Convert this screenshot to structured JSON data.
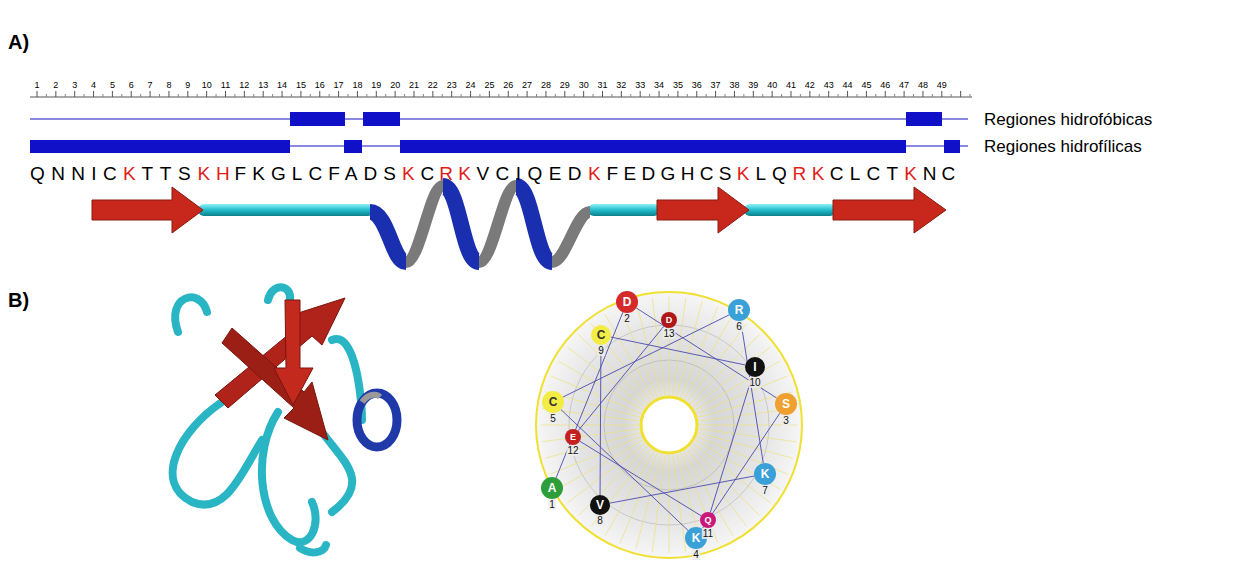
{
  "diagram": {
    "nodes": [
      {
        "text": [
          "A",
          "1"
        ]
      },
      {
        "text": [
          "D",
          "2"
        ]
      },
      {
        "text": [
          "S",
          "3"
        ]
      },
      {
        "text": [
          "K",
          "4"
        ]
      },
      {
        "text": [
          "C",
          "5"
        ]
      },
      {
        "text": [
          "R",
          "6"
        ]
      },
      {
        "text": [
          "K",
          "7"
        ]
      },
      {
        "text": [
          "V",
          "8"
        ]
      },
      {
        "text": [
          "C",
          "9"
        ]
      },
      {
        "text": [
          "I",
          "10"
        ]
      },
      {
        "text": [
          "Q",
          "11"
        ]
      },
      {
        "text": [
          "E",
          "12"
        ]
      },
      {
        "text": [
          "D",
          "13"
        ]
      }
    ],
    "edges": [
      {
        "from": 0,
        "to": 1,
        "arrow": "none"
      },
      {
        "from": 1,
        "to": 2,
        "arrow": "none"
      },
      {
        "from": 2,
        "to": 3,
        "arrow": "none"
      },
      {
        "from": 3,
        "to": 4,
        "arrow": "none"
      },
      {
        "from": 4,
        "to": 5,
        "arrow": "none"
      },
      {
        "from": 5,
        "to": 6,
        "arrow": "none"
      },
      {
        "from": 6,
        "to": 7,
        "arrow": "none"
      },
      {
        "from": 7,
        "to": 8,
        "arrow": "none"
      },
      {
        "from": 8,
        "to": 9,
        "arrow": "none"
      },
      {
        "from": 9,
        "to": 10,
        "arrow": "none"
      },
      {
        "from": 10,
        "to": 11,
        "arrow": "none"
      },
      {
        "from": 11,
        "to": 12,
        "arrow": "none"
      }
    ],
    "labels": [
      "A)",
      "1",
      "2",
      "3",
      "4",
      "5",
      "6",
      "7",
      "8",
      "9",
      "10",
      "11",
      "12",
      "13",
      "14",
      "15",
      "16",
      "17",
      "18",
      "19",
      "20",
      "21",
      "22",
      "23",
      "24",
      "25",
      "26",
      "27",
      "28",
      "29",
      "30",
      "31",
      "32",
      "33",
      "34",
      "35",
      "36",
      "37",
      "38",
      "39",
      "40",
      "41",
      "42",
      "43",
      "44",
      "45",
      "46",
      "47",
      "48",
      "49",
      "Regiones hidrofóbicas",
      "Regiones hidrofílicas",
      "QNNIC",
      "K",
      "TTS",
      "K",
      "H",
      "FKGLCFADS",
      "K",
      "C",
      "RK",
      "VCIQED",
      "K",
      "FEDGHCS",
      "K",
      "LQ",
      "RK",
      "CLCT",
      "K",
      "NC",
      "B)"
    ]
  }
}
